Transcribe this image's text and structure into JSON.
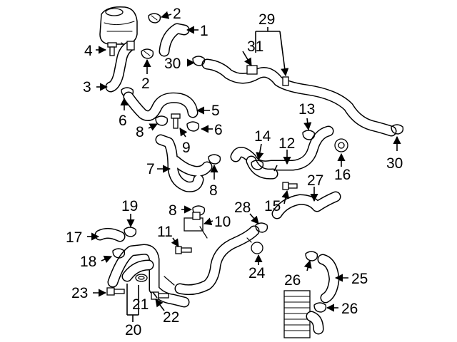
{
  "diagram": {
    "background": "#ffffff",
    "line_color": "#000000",
    "callouts": [
      "1",
      "2",
      "2",
      "3",
      "4",
      "5",
      "6",
      "6",
      "7",
      "8",
      "8",
      "8",
      "9",
      "10",
      "11",
      "12",
      "13",
      "14",
      "15",
      "16",
      "17",
      "18",
      "19",
      "20",
      "21",
      "22",
      "23",
      "24",
      "25",
      "26",
      "26",
      "27",
      "28",
      "29",
      "30",
      "30",
      "31"
    ]
  }
}
